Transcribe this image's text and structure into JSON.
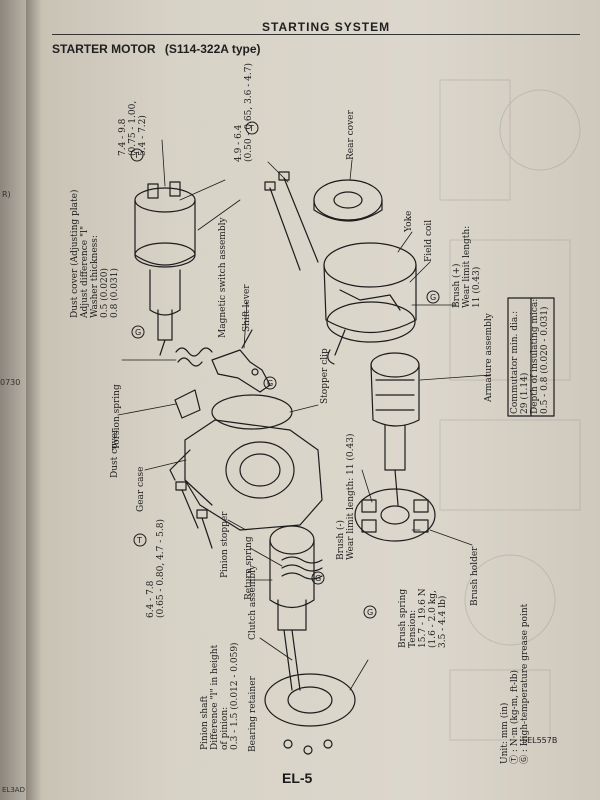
{
  "header": {
    "section": "STARTING SYSTEM",
    "title": "STARTER MOTOR",
    "subtitle": "(S114-322A type)"
  },
  "left_page": {
    "edge_a": "R)",
    "edge_b": "0730",
    "edge_c": "EL3AD"
  },
  "labels": {
    "torque_top": {
      "value": "7.4 - 9.8",
      "alt": "(0.75 - 1.00,",
      "alt2": "5.4 - 7.2)"
    },
    "torque_mid": {
      "value": "4.9 - 6.4",
      "alt": "(0.50 - 0.65, 3.6 - 4.7)"
    },
    "torque_low": {
      "value": "6.4 - 7.8",
      "alt": "(0.65 - 0.80, 4.7 - 5.8)"
    },
    "dust_cover_plate": {
      "l1": "Dust cover (Adjusting plate)",
      "l2": "Adjust difference \"l\"",
      "l3": "Washer thickness:",
      "l4": "0.5 (0.020)",
      "l5": "0.8 (0.031)"
    },
    "magnetic_switch": "Magnetic switch assembly",
    "rear_cover": "Rear cover",
    "yoke": "Yoke",
    "field_coil": "Field coil",
    "brush_plus": {
      "l1": "Brush (+)",
      "l2": "Wear limit length:",
      "l3": "11 (0.43)"
    },
    "shift_lever": "Shift lever",
    "torsion_spring": "Torsion spring",
    "dust_cover": "Dust cover",
    "gear_case": "Gear case",
    "stopper_clip": "Stopper clip",
    "armature": "Armature assembly",
    "commutator": {
      "l1": "Commutator min. dia.:",
      "l2": "29 (1.14)",
      "l3": "Depth of insulating mica:",
      "l4": "0.5 - 0.8 (0.020 - 0.031)"
    },
    "brush_minus": {
      "l1": "Brush (-)",
      "l2": "Wear limit length: 11 (0.43)"
    },
    "pinion_stopper": "Pinion stopper",
    "return_spring": "Return spring",
    "clutch": "Clutch assembly",
    "brush_spring": {
      "l1": "Brush spring",
      "l2": "Tension:",
      "l3": "15.7 - 19.6 N",
      "l4": "(1.6 - 2.0 kg,",
      "l5": "3.5 - 4.4 lb)"
    },
    "brush_holder": "Brush holder",
    "pinion_shaft": {
      "l1": "Pinion shaft",
      "l2": "Difference \"l\" in height",
      "l3": "of pinion:",
      "l4": "0.3 - 1.5 (0.012 - 0.059)"
    },
    "bearing_retainer": "Bearing retainer",
    "unit": {
      "l1": "Unit: mm (in)",
      "l2": "Ⓣ : N·m (kg-m, ft-lb)",
      "l3": "Ⓖ : High-temperature grease point"
    },
    "fig_code": "SEL557B",
    "page_num": "EL-5"
  },
  "markers": {
    "torque": "T",
    "grease": "G"
  }
}
